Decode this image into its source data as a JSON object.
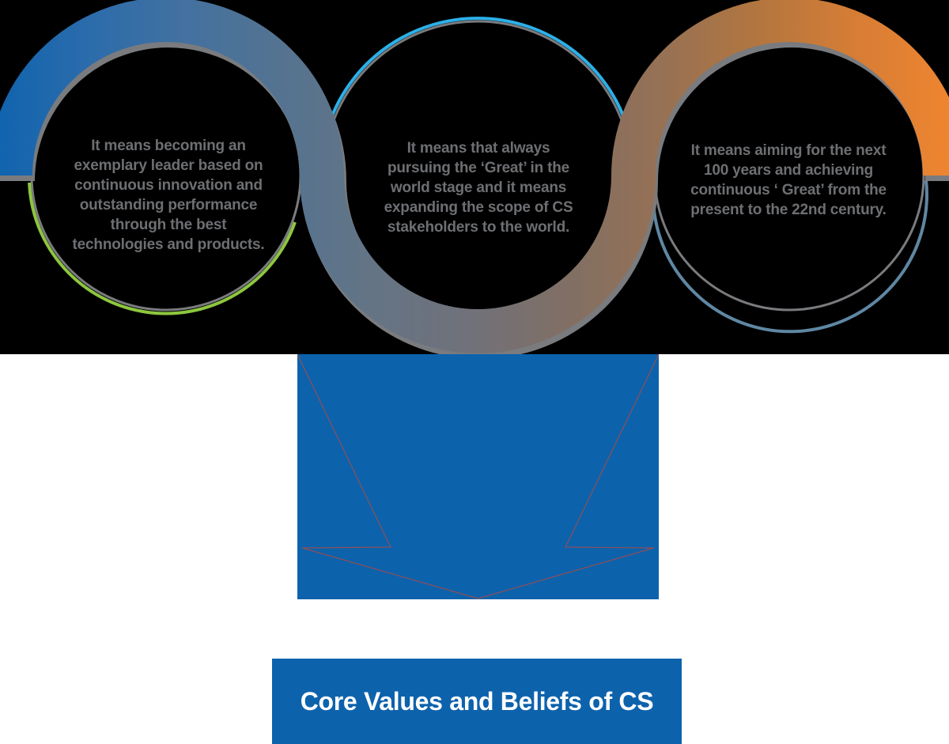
{
  "page": {
    "background": "#ffffff",
    "text_color": "#6d6f72"
  },
  "hero": {
    "background": "#000000",
    "items": [
      {
        "id": "innovation",
        "text": "It means becoming an exemplary leader based on continuous innovation and outstanding performance through the best technologies and products.",
        "accent": "#8dc63f"
      },
      {
        "id": "world-stage",
        "text": "It means that always pursuing the ‘Great’ in the world stage and it means expanding the scope of CS stakeholders to the world.",
        "accent": "#2cb0e8"
      },
      {
        "id": "next-100-years",
        "text": "It means aiming for the next 100 years and achieving continuous ‘ Great’ from the present to the 22nd century.",
        "accent": "#5f87a3"
      }
    ],
    "ribbon": {
      "gradient": [
        "#1164ae",
        "#2d6cab",
        "#44719f",
        "#557390",
        "#657484",
        "#717179",
        "#816f64",
        "#977154",
        "#b3763f",
        "#d67d35",
        "#ee8530"
      ],
      "shadow": "#797b7e",
      "ring": "#797b7e"
    }
  },
  "arrow": {
    "fill": "#0d62ac",
    "outline": "#8e4f58"
  },
  "banner": {
    "label": "Core Values and Beliefs of CS",
    "fill": "#0d62ac",
    "text_color": "#ffffff"
  }
}
